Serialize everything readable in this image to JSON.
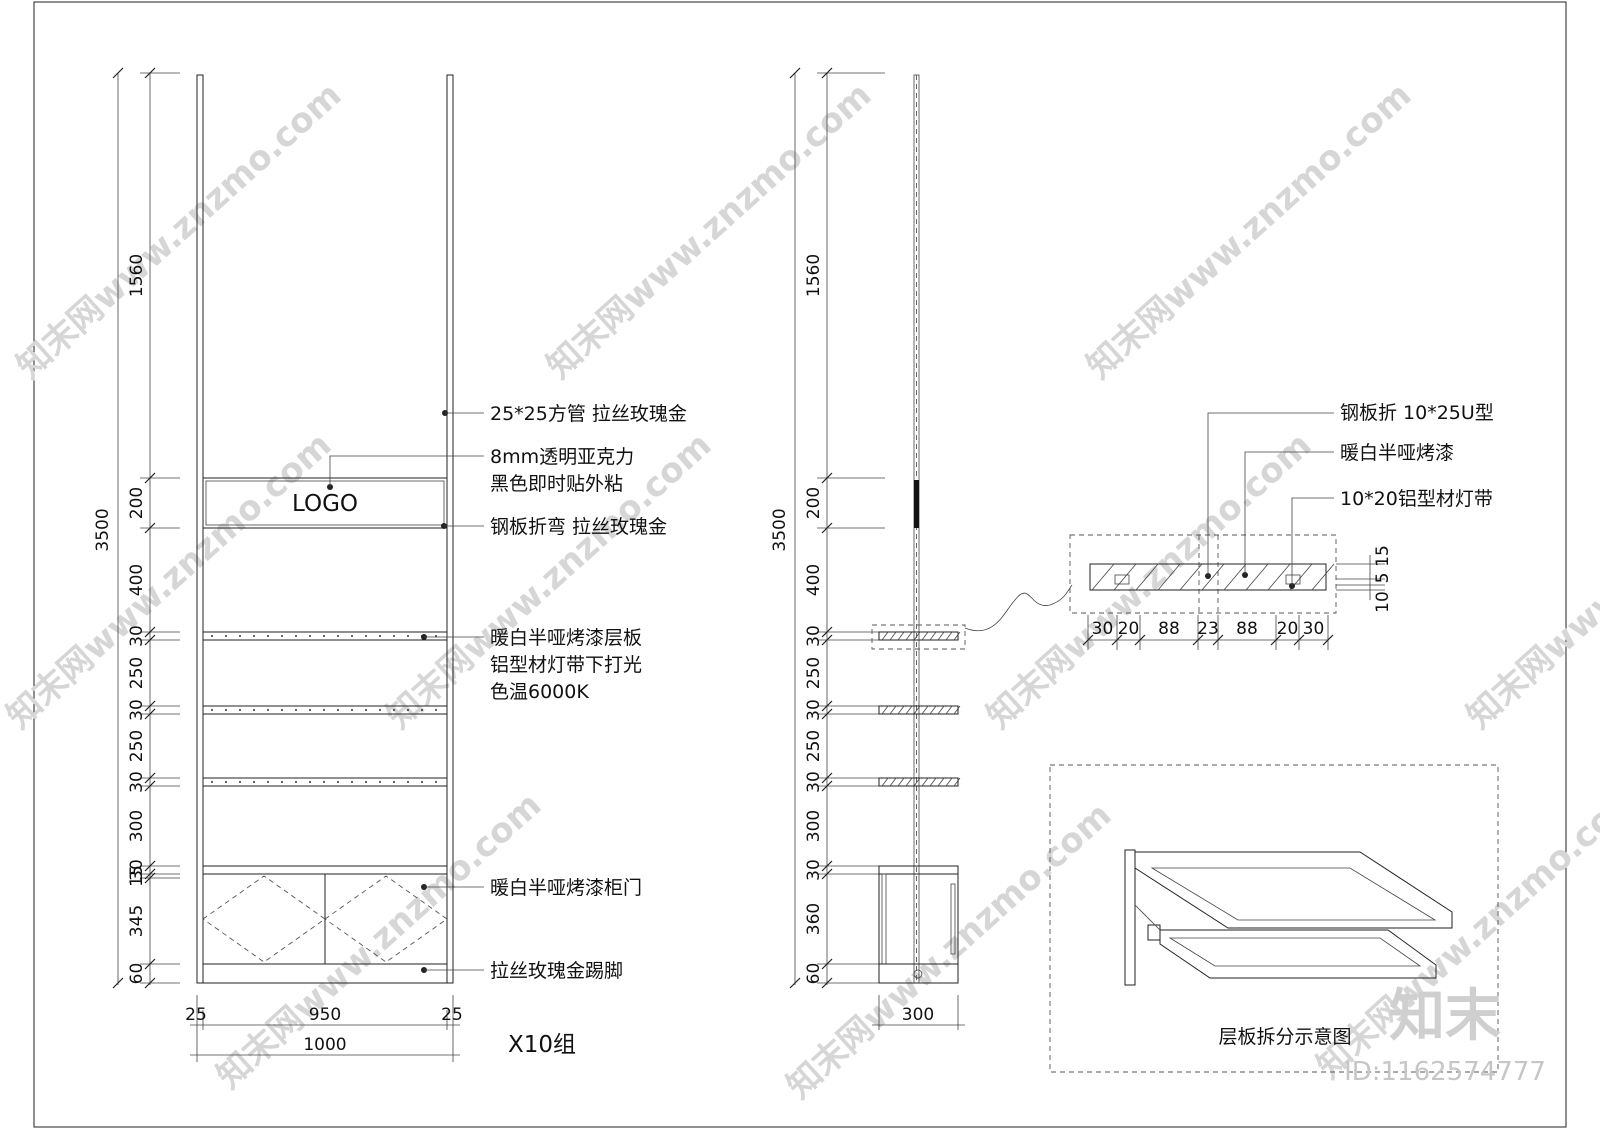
{
  "front_view": {
    "overall_height": "3500",
    "height_segments": [
      "1560",
      "200",
      "400",
      "30",
      "250",
      "30",
      "250",
      "30",
      "300",
      "30",
      "15",
      "345",
      "60"
    ],
    "width_segments": [
      "25",
      "950",
      "25"
    ],
    "overall_width": "1000",
    "logo_text": "LOGO",
    "group_label": "X10组",
    "callouts": [
      [
        "25*25方管 拉丝玫瑰金"
      ],
      [
        "8mm透明亚克力",
        "黑色即时贴外粘"
      ],
      [
        "钢板折弯 拉丝玫瑰金"
      ],
      [
        "暖白半哑烤漆层板",
        "铝型材灯带下打光",
        "色温6000K"
      ],
      [
        "暖白半哑烤漆柜门"
      ],
      [
        "拉丝玫瑰金踢脚"
      ]
    ]
  },
  "side_view": {
    "overall_height": "3500",
    "height_segments": [
      "1560",
      "200",
      "400",
      "30",
      "250",
      "30",
      "250",
      "30",
      "300",
      "30",
      "360",
      "60"
    ],
    "depth": "300"
  },
  "shelf_detail": {
    "callouts": [
      "钢板折 10*25U型",
      "暖白半哑烤漆",
      "10*20铝型材灯带"
    ],
    "width_dims": [
      "30",
      "20",
      "88",
      "23",
      "88",
      "20",
      "30"
    ],
    "thickness_dims": [
      "15",
      "5",
      "10"
    ]
  },
  "exploded_caption": "层板拆分示意图",
  "watermarks": [
    "知末网www.znzmo.com"
  ],
  "brand_mark": "知末",
  "id_text": "ID:1162574777"
}
